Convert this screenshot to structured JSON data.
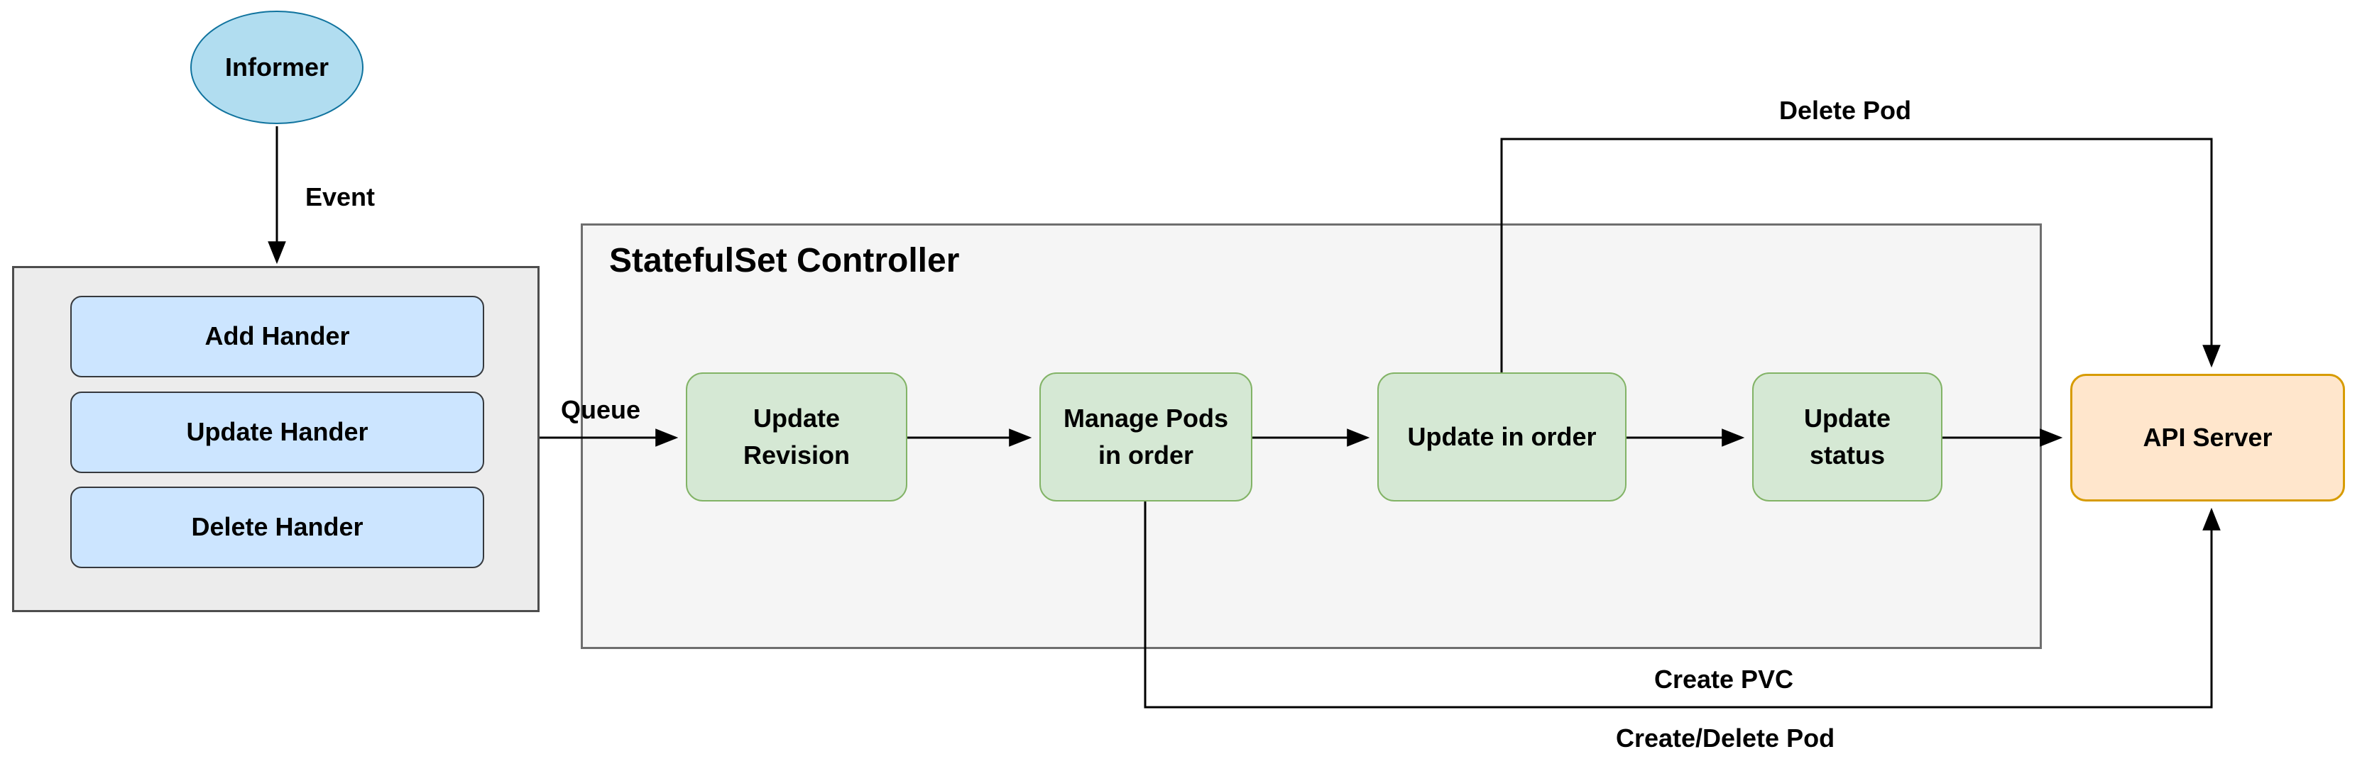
{
  "diagram": {
    "informer": {
      "label": "Informer"
    },
    "handlers": {
      "add": "Add Hander",
      "update": "Update Hander",
      "delete": "Delete Hander"
    },
    "controller": {
      "title": "StatefulSet Controller",
      "steps": {
        "update_revision": "Update Revision",
        "manage_pods": "Manage Pods in order",
        "update_in_order": "Update in order",
        "update_status": "Update status"
      }
    },
    "api_server": {
      "label": "API Server"
    },
    "edge_labels": {
      "event": "Event",
      "queue": "Queue",
      "delete_pod": "Delete Pod",
      "create_pvc": "Create PVC",
      "create_delete_pod": "Create/Delete Pod"
    },
    "colors": {
      "informer_fill": "#B1DDF0",
      "informer_stroke": "#10739E",
      "handler_fill": "#CCE5FF",
      "handler_stroke": "#36393D",
      "container_fill": "#ECECEC",
      "controller_fill": "#F5F5F5",
      "container_stroke": "#4D4D4D",
      "step_fill": "#D5E8D4",
      "step_stroke": "#82B366",
      "api_fill": "#FFE6CC",
      "api_stroke": "#D79B00",
      "edge_color": "#000000"
    }
  }
}
